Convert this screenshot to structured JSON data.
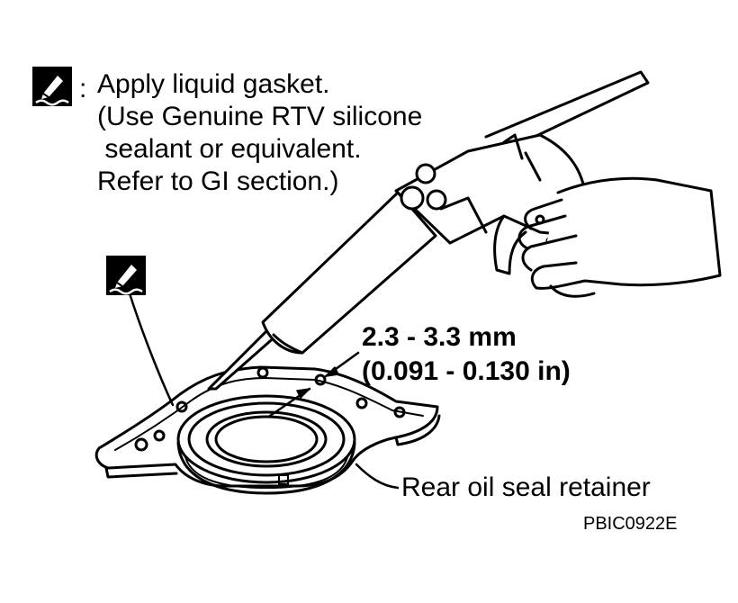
{
  "legend": {
    "icon": "liquid-gasket-icon",
    "separator": ":",
    "lines": [
      "Apply liquid gasket.",
      "(Use Genuine RTV silicone",
      " sealant or equivalent.",
      "Refer to GI section.)"
    ]
  },
  "bead_marker_icon": "liquid-gasket-icon",
  "dimension": {
    "metric": "2.3 - 3.3 mm",
    "imperial": "(0.091 - 0.130 in)"
  },
  "part_label": "Rear oil seal retainer",
  "figure_code": "PBIC0922E"
}
